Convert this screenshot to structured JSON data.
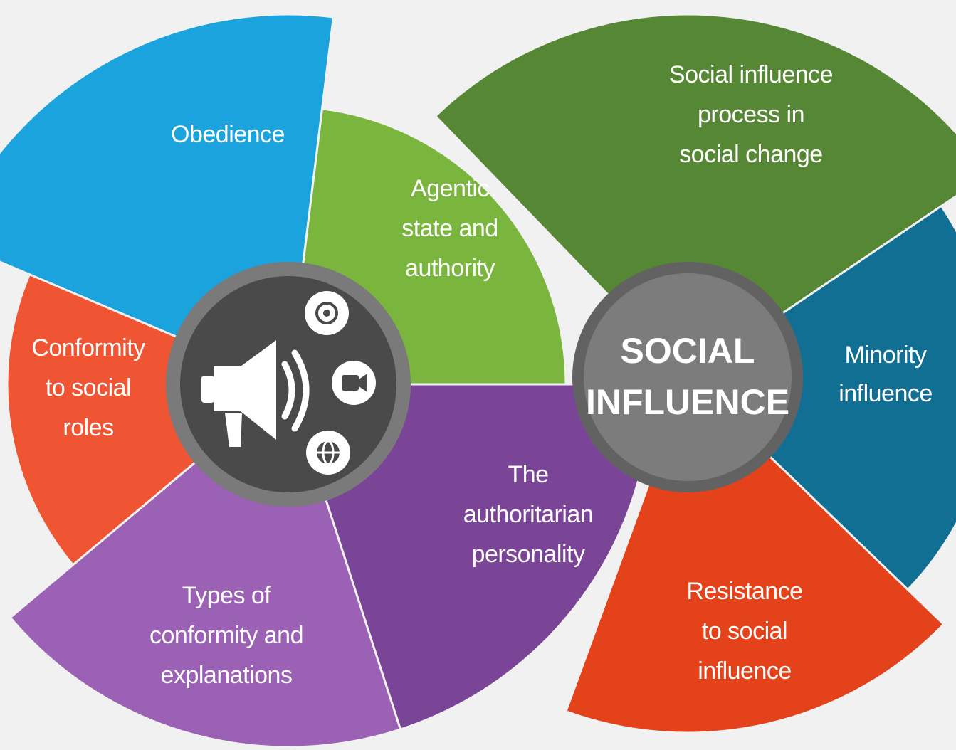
{
  "diagram": {
    "left_cluster": {
      "segments": [
        {
          "id": "obedience",
          "lines": [
            "Obedience"
          ],
          "color": "#1aa3dc"
        },
        {
          "id": "agentic",
          "lines": [
            "Agentic",
            "state and",
            "authority"
          ],
          "color": "#7ab53e"
        },
        {
          "id": "authoritarian",
          "lines": [
            "The",
            "authoritarian",
            "personality"
          ],
          "color": "#7a4596"
        },
        {
          "id": "types",
          "lines": [
            "Types of",
            "conformity and",
            "explanations"
          ],
          "color": "#9b61b4"
        },
        {
          "id": "conformity",
          "lines": [
            "Conformity",
            "to social",
            "roles"
          ],
          "color": "#ef5533"
        }
      ],
      "hub_icons": [
        "megaphone-icon",
        "target-icon",
        "video-camera-icon",
        "globe-icon"
      ]
    },
    "right_cluster": {
      "hub_title": [
        "SOCIAL",
        "INFLUENCE"
      ],
      "segments": [
        {
          "id": "social-change",
          "lines": [
            "Social influence",
            "process in",
            "social change"
          ],
          "color": "#568734"
        },
        {
          "id": "minority",
          "lines": [
            "Minority",
            "influence"
          ],
          "color": "#126f94"
        },
        {
          "id": "resistance",
          "lines": [
            "Resistance",
            "to social",
            "influence"
          ],
          "color": "#e3421a"
        }
      ]
    }
  },
  "colors": {
    "background": "#f1f1f1",
    "hub_ring": "#7a7a7a",
    "left_hub_fill": "#4a4a4a",
    "right_hub_fill": "#7c7c7c",
    "icon_white": "#ffffff"
  }
}
